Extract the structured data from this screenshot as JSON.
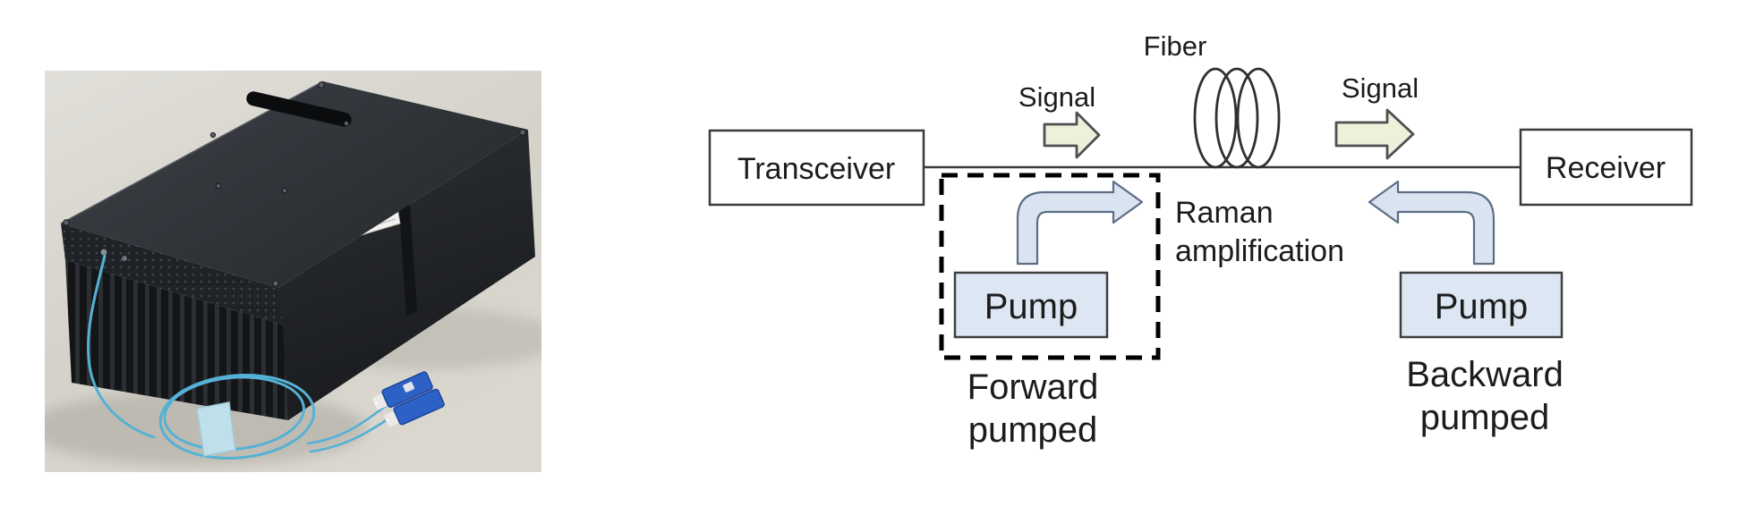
{
  "diagram": {
    "fiber_label": "Fiber",
    "signal_left_label": "Signal",
    "signal_right_label": "Signal",
    "transceiver_label": "Transceiver",
    "receiver_label": "Receiver",
    "raman_label_line1": "Raman",
    "raman_label_line2": "amplification",
    "pump_left_label": "Pump",
    "pump_right_label": "Pump",
    "forward_label_line1": "Forward",
    "forward_label_line2": "pumped",
    "backward_label_line1": "Backward",
    "backward_label_line2": "pumped"
  },
  "colors": {
    "signal_arrow_fill": "#edf0db",
    "pump_arrow_fill": "#dae4f1",
    "pump_box_fill": "#dce7f3",
    "diagram_stroke": "#3a3a3a",
    "text": "#1c1c1c",
    "photo_floor": "#d8d5cd",
    "module_top": "#33373c",
    "module_fins": "#17191c",
    "cable_blue": "#55b1d5",
    "connector_blue": "#2d61c5"
  }
}
